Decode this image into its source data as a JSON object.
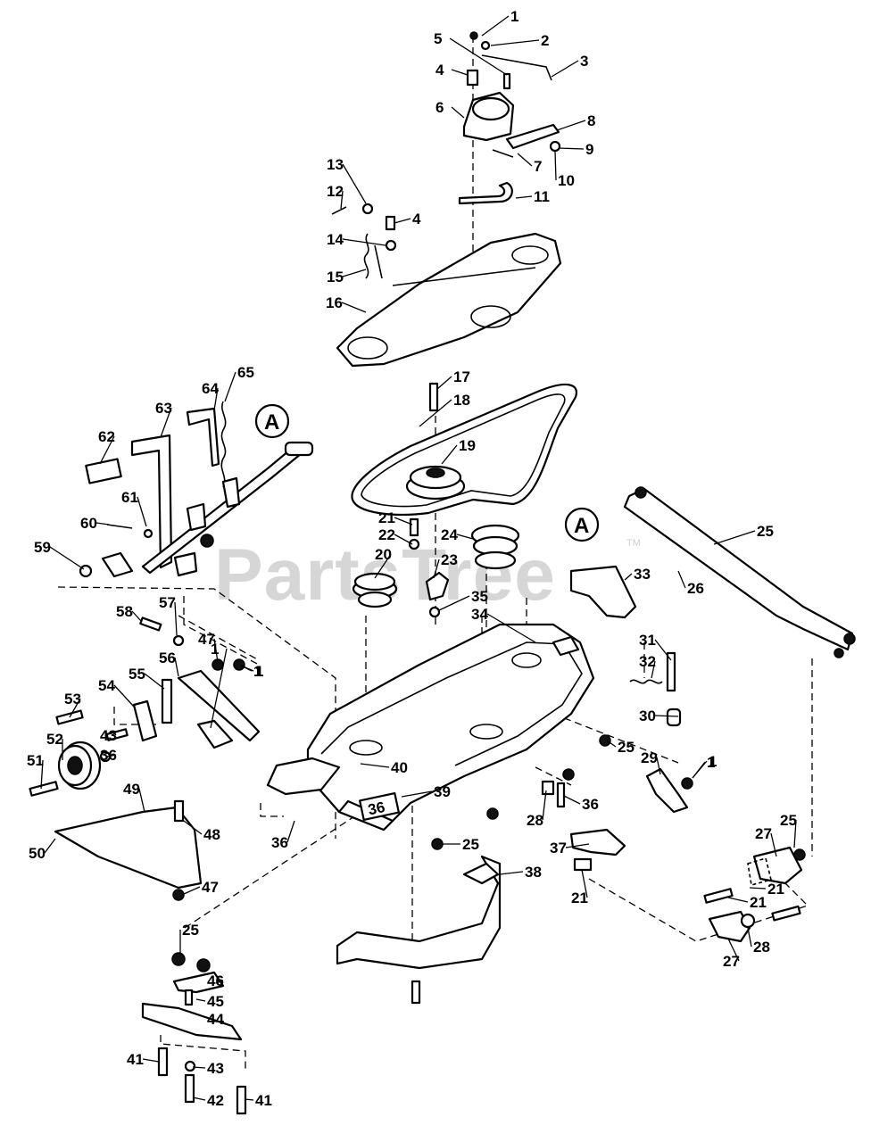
{
  "watermark": {
    "text": "PartsTree",
    "trademark": "TM"
  },
  "reference_markers": [
    "A",
    "A"
  ],
  "deck_badge": "36",
  "callouts": [
    "1",
    "2",
    "3",
    "4",
    "5",
    "6",
    "7",
    "8",
    "9",
    "10",
    "11",
    "12",
    "13",
    "4",
    "14",
    "15",
    "16",
    "17",
    "18",
    "19",
    "21",
    "22",
    "23",
    "24",
    "20",
    "35",
    "34",
    "33",
    "25",
    "26",
    "31",
    "32",
    "30",
    "25",
    "29",
    "1",
    "36",
    "28",
    "25",
    "37",
    "38",
    "21",
    "27",
    "25",
    "21",
    "28",
    "27",
    "21",
    "1",
    "40",
    "39",
    "36",
    "65",
    "64",
    "63",
    "62",
    "61",
    "60",
    "59",
    "58",
    "57",
    "47",
    "1",
    "56",
    "55",
    "54",
    "53",
    "52",
    "51",
    "36",
    "43",
    "49",
    "48",
    "50",
    "47",
    "25",
    "46",
    "45",
    "44",
    "41",
    "43",
    "42",
    "41",
    "1",
    "1"
  ],
  "colors": {
    "line": "#000000",
    "background": "#ffffff",
    "watermark": "#d6d6d6"
  }
}
